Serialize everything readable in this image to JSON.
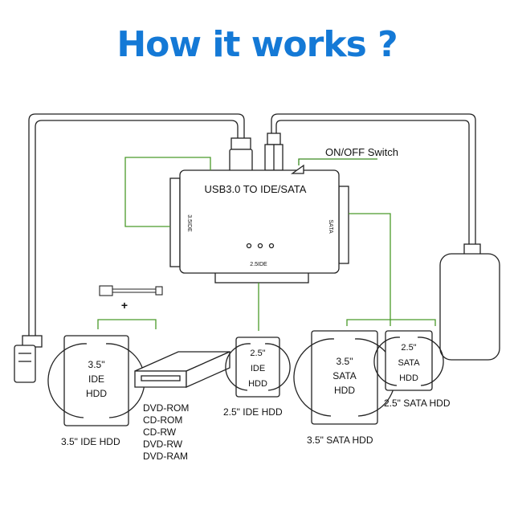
{
  "title": "How it works ?",
  "colors": {
    "title": "#1479d6",
    "connector": "#4a9a2a",
    "line": "#222222"
  },
  "adapter": {
    "name": "USB3.0 TO IDE/SATA",
    "port_35ide": "3.5IDE",
    "port_sata": "SATA",
    "port_25ide": "2.5IDE"
  },
  "switch_label": "ON/OFF Switch",
  "power_plus": "+",
  "drives": {
    "ide35": {
      "lines": [
        "3.5\"",
        "IDE",
        "HDD"
      ],
      "caption": "3.5\"  IDE HDD"
    },
    "ide25": {
      "lines": [
        "2.5\"",
        "IDE",
        "HDD"
      ],
      "caption": "2.5\"  IDE HDD"
    },
    "sata35": {
      "lines": [
        "3.5\"",
        "SATA",
        "HDD"
      ],
      "caption": "3.5\"  SATA HDD"
    },
    "sata25": {
      "lines": [
        "2.5\"",
        "SATA",
        "HDD"
      ],
      "caption": "2.5\"  SATA HDD"
    }
  },
  "optical": [
    "DVD-ROM",
    "CD-ROM",
    "CD-RW",
    "DVD-RW",
    "DVD-RAM"
  ]
}
